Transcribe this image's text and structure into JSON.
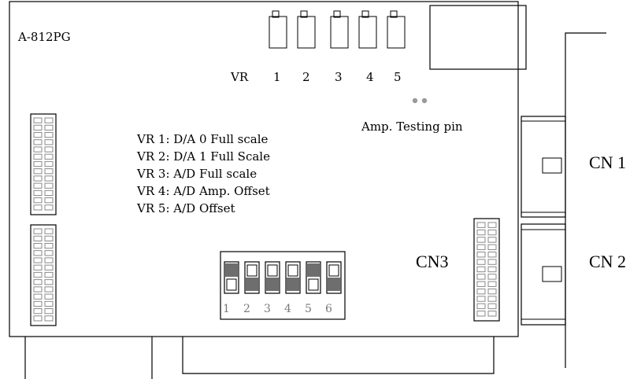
{
  "board": {
    "model": "A-812PG",
    "vr_label": "VR",
    "vr_numbers": [
      "1",
      "2",
      "3",
      "4",
      "5"
    ],
    "amp_testing_pin": "Amp. Testing pin",
    "legend": [
      "VR 1:  D/A 0 Full scale",
      "VR 2:  D/A 1 Full Scale",
      "VR 3:  A/D Full scale",
      "VR 4:  A/D Amp. Offset",
      "VR 5:  A/D Offset"
    ],
    "dip_switch_numbers": [
      "1",
      "2",
      "3",
      "4",
      "5",
      "6"
    ],
    "connectors": {
      "cn1": "CN 1",
      "cn2": "CN 2",
      "cn3": "CN3"
    }
  },
  "colors": {
    "outline": "#000000",
    "pin_gray": "#8a8a8a",
    "dot_gray": "#9a9a9a"
  }
}
